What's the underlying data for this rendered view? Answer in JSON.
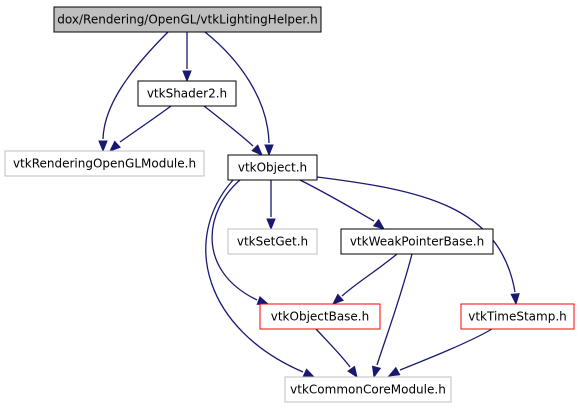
{
  "colors": {
    "edge": "#191970",
    "border_black": "#000000",
    "border_gray": "#bfbfbf",
    "border_red": "#ff0000",
    "fill_highlight": "#bfbfbf",
    "fill_default": "#ffffff",
    "text": "#000000"
  },
  "nodes": [
    {
      "id": "vtkLightingHelper",
      "label": "dox/Rendering/OpenGL/vtkLightingHelper.h",
      "style": "highlight"
    },
    {
      "id": "vtkShader2",
      "label": "vtkShader2.h",
      "style": "black"
    },
    {
      "id": "vtkRenderingOpenGLModule",
      "label": "vtkRenderingOpenGLModule.h",
      "style": "gray"
    },
    {
      "id": "vtkObject",
      "label": "vtkObject.h",
      "style": "black"
    },
    {
      "id": "vtkSetGet",
      "label": "vtkSetGet.h",
      "style": "gray"
    },
    {
      "id": "vtkWeakPointerBase",
      "label": "vtkWeakPointerBase.h",
      "style": "black"
    },
    {
      "id": "vtkObjectBase",
      "label": "vtkObjectBase.h",
      "style": "red"
    },
    {
      "id": "vtkTimeStamp",
      "label": "vtkTimeStamp.h",
      "style": "red"
    },
    {
      "id": "vtkCommonCoreModule",
      "label": "vtkCommonCoreModule.h",
      "style": "gray"
    }
  ],
  "edges": [
    {
      "from": "vtkLightingHelper",
      "to": "vtkRenderingOpenGLModule"
    },
    {
      "from": "vtkLightingHelper",
      "to": "vtkShader2"
    },
    {
      "from": "vtkLightingHelper",
      "to": "vtkObject"
    },
    {
      "from": "vtkShader2",
      "to": "vtkRenderingOpenGLModule"
    },
    {
      "from": "vtkShader2",
      "to": "vtkObject"
    },
    {
      "from": "vtkObject",
      "to": "vtkSetGet"
    },
    {
      "from": "vtkObject",
      "to": "vtkWeakPointerBase"
    },
    {
      "from": "vtkObject",
      "to": "vtkObjectBase"
    },
    {
      "from": "vtkObject",
      "to": "vtkTimeStamp"
    },
    {
      "from": "vtkObject",
      "to": "vtkCommonCoreModule"
    },
    {
      "from": "vtkWeakPointerBase",
      "to": "vtkObjectBase"
    },
    {
      "from": "vtkWeakPointerBase",
      "to": "vtkCommonCoreModule"
    },
    {
      "from": "vtkObjectBase",
      "to": "vtkCommonCoreModule"
    },
    {
      "from": "vtkTimeStamp",
      "to": "vtkCommonCoreModule"
    }
  ]
}
